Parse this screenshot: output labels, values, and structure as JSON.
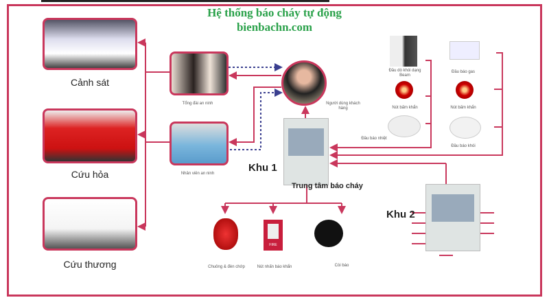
{
  "title": {
    "line1": "Hệ thống báo cháy tự động",
    "line2": "bienbachn.com"
  },
  "responders": [
    {
      "label": "Cảnh sát"
    },
    {
      "label": "Cứu hỏa"
    },
    {
      "label": "Cứu thương"
    }
  ],
  "relays": {
    "operator": "Tổng đài an ninh",
    "guard": "Nhân viên an ninh",
    "customer": "Người dùng khách hàng"
  },
  "zones": {
    "zone1": "Khu 1",
    "zone2": "Khu 2",
    "center": "Trung tâm báo cháy"
  },
  "inputs": {
    "beam": "Đầu dò khói dạng Beam",
    "gas": "Đầu báo gas",
    "button1": "Nút bấm khẩn",
    "button2": "Nút bấm khẩn",
    "heat": "Đầu báo nhiệt",
    "smoke": "Đầu báo khói"
  },
  "outputs": {
    "bell": "Chuông & đèn chớp",
    "manual": "Nút nhấn báo khẩn",
    "siren": "Còi báo",
    "fire_text": "FIRE"
  },
  "colors": {
    "accent": "#c9375c",
    "title": "#2aa14a",
    "dotted": "#3a3f8f"
  }
}
